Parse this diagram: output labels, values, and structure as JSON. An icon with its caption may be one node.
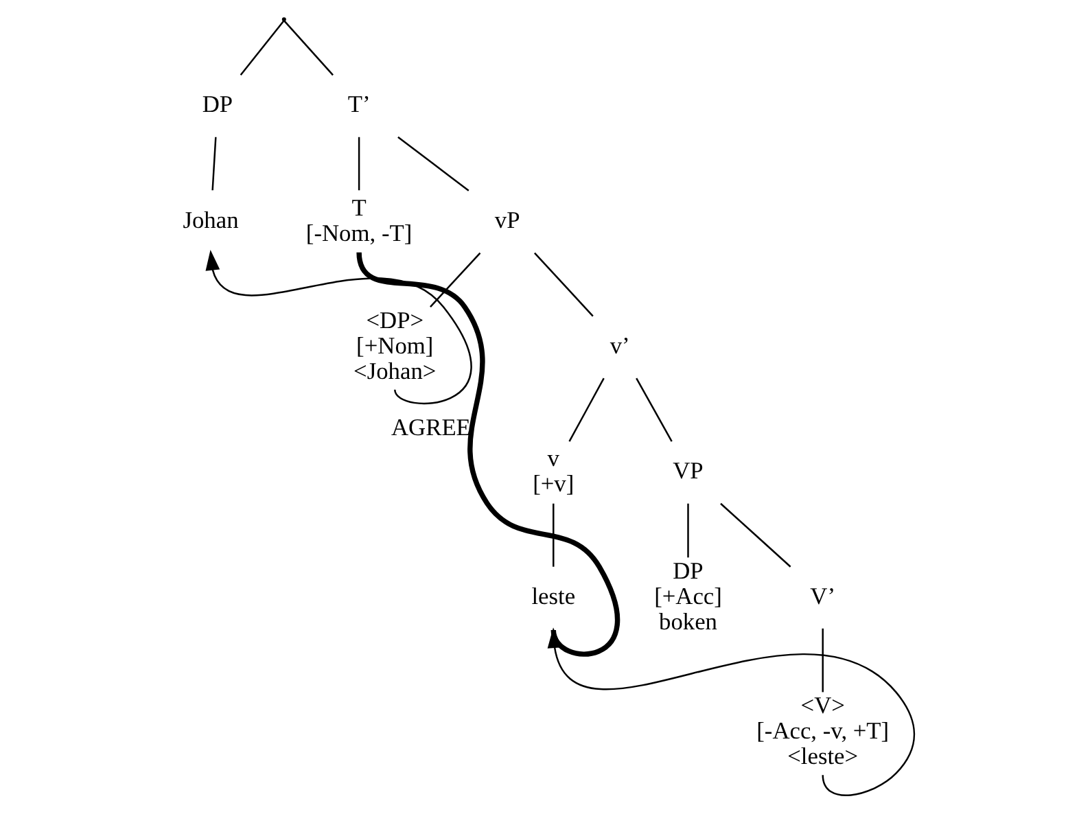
{
  "diagram": {
    "nodes": [
      {
        "text": [],
        "shape": "point"
      },
      {
        "text": [
          "DP"
        ]
      },
      {
        "text": [
          "Johan"
        ]
      },
      {
        "text": [
          "T’"
        ]
      },
      {
        "text": [
          "T",
          "[-Nom, -T]"
        ]
      },
      {
        "text": [
          "vP"
        ]
      },
      {
        "text": [
          "<DP>",
          "[+Nom]",
          "<Johan>"
        ]
      },
      {
        "text": [
          "v’"
        ]
      },
      {
        "text": [
          "v",
          "[+v]"
        ]
      },
      {
        "text": [
          "VP"
        ]
      },
      {
        "text": [
          "leste"
        ]
      },
      {
        "text": [
          "DP",
          "[+Acc]",
          "boken"
        ]
      },
      {
        "text": [
          "V’"
        ]
      },
      {
        "text": [
          "<V>",
          "[-Acc, -v, +T]",
          "<leste>"
        ]
      }
    ],
    "edges": [
      {
        "from": 0,
        "to": 1,
        "arrow": "none"
      },
      {
        "from": 0,
        "to": 3,
        "arrow": "none"
      },
      {
        "from": 1,
        "to": 2,
        "arrow": "none"
      },
      {
        "from": 3,
        "to": 4,
        "arrow": "none"
      },
      {
        "from": 3,
        "to": 5,
        "arrow": "none"
      },
      {
        "from": 5,
        "to": 6,
        "arrow": "none"
      },
      {
        "from": 5,
        "to": 7,
        "arrow": "none"
      },
      {
        "from": 7,
        "to": 8,
        "arrow": "none"
      },
      {
        "from": 7,
        "to": 9,
        "arrow": "none"
      },
      {
        "from": 8,
        "to": 10,
        "arrow": "none"
      },
      {
        "from": 9,
        "to": 11,
        "arrow": "none"
      },
      {
        "from": 9,
        "to": 12,
        "arrow": "none"
      },
      {
        "from": 12,
        "to": 13,
        "arrow": "none"
      },
      {
        "from": 6,
        "to": 2,
        "arrow": "to"
      },
      {
        "from": 4,
        "to": 10,
        "arrow": "none",
        "label": "AGREE",
        "style": "thick"
      },
      {
        "from": 13,
        "to": 10,
        "arrow": "to"
      }
    ]
  }
}
